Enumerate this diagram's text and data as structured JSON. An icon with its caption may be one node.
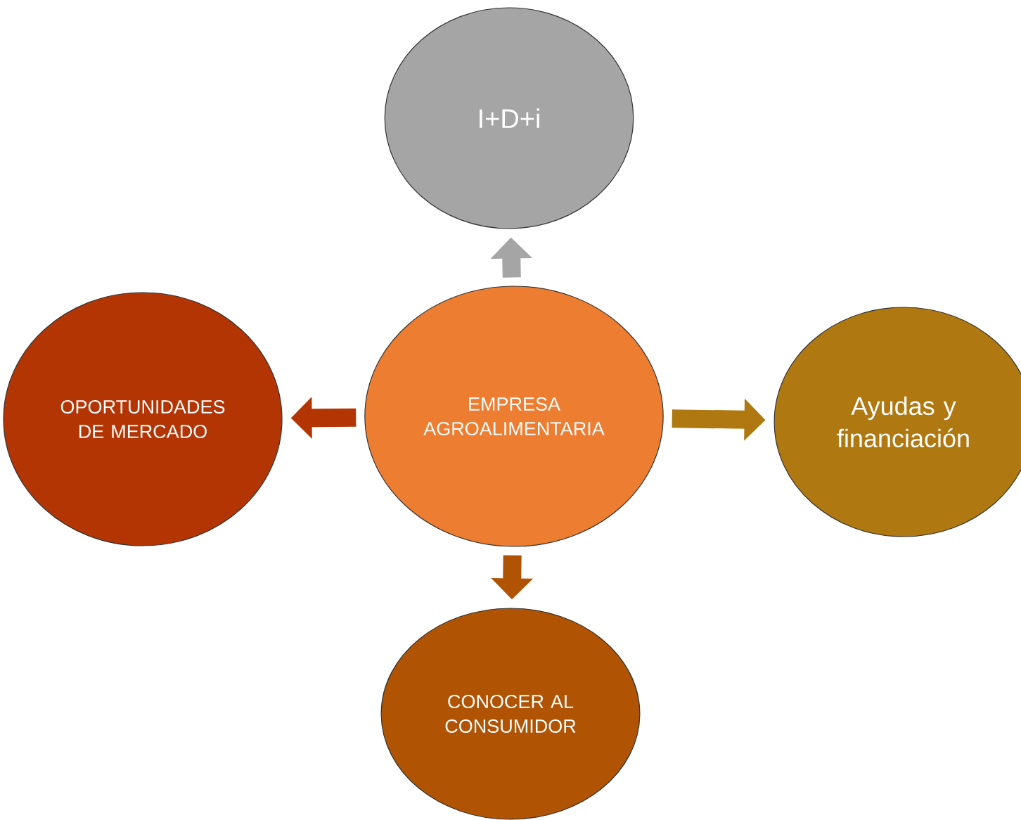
{
  "diagram": {
    "nodes": [
      {
        "text": [
          "EMPRESA AGROALIMENTARIA"
        ]
      },
      {
        "text": [
          "I+D+i"
        ]
      },
      {
        "text": [
          "Ayudas y financiación"
        ]
      },
      {
        "text": [
          "CONOCER AL CONSUMIDOR"
        ]
      },
      {
        "text": [
          "OPORTUNIDADES DE MERCADO"
        ]
      }
    ],
    "edges": [
      {
        "from": 0,
        "to": 1,
        "arrow": "to",
        "color": "#a5a5a5"
      },
      {
        "from": 0,
        "to": 2,
        "arrow": "to",
        "color": "#b07810"
      },
      {
        "from": 0,
        "to": 3,
        "arrow": "to",
        "color": "#b05404"
      },
      {
        "from": 0,
        "to": 4,
        "arrow": "to",
        "color": "#b43504"
      }
    ]
  }
}
